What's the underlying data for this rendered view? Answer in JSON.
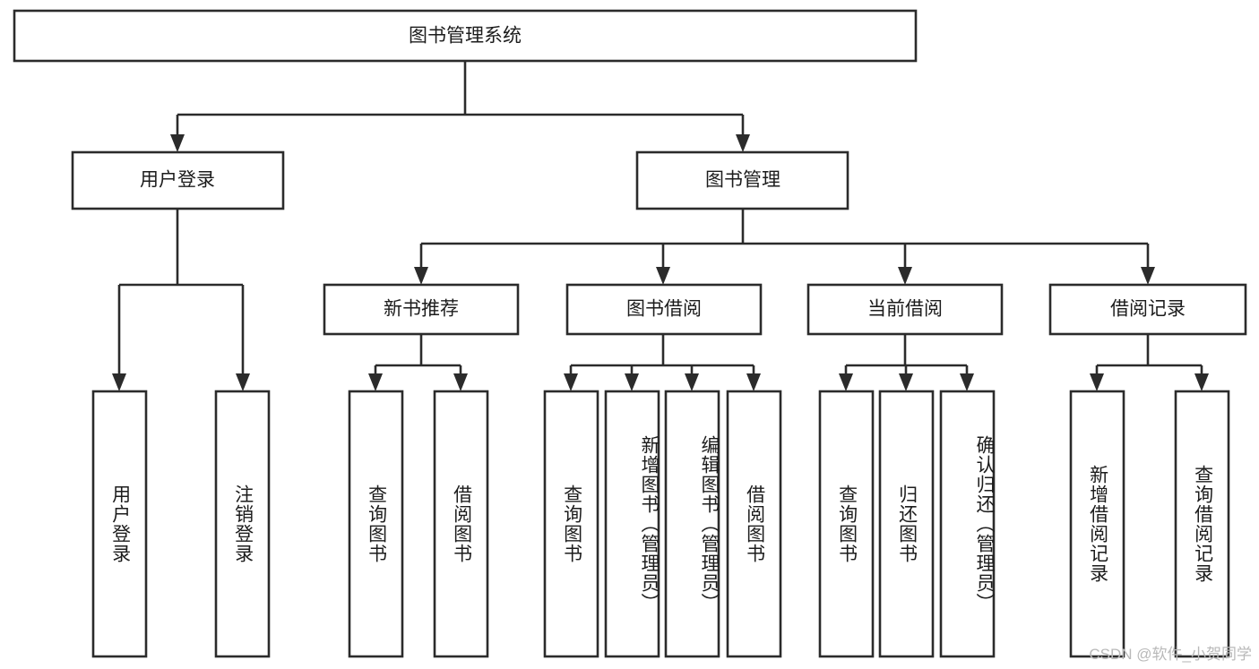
{
  "diagram": {
    "title": "图书管理系统",
    "type": "tree-hierarchy-chart",
    "watermark": "CSDN @软件_小贺同学",
    "colors": {
      "stroke": "#2b2b2b",
      "box_fill": "#ffffff",
      "text": "#1c1c1c",
      "background": "#ffffff",
      "watermark": "#b9b9b9"
    },
    "root": {
      "label": "图书管理系统"
    },
    "level2": [
      {
        "label": "用户登录"
      },
      {
        "label": "图书管理"
      }
    ],
    "level3": [
      {
        "label": "新书推荐"
      },
      {
        "label": "图书借阅"
      },
      {
        "label": "当前借阅"
      },
      {
        "label": "借阅记录"
      }
    ],
    "leaves": {
      "user_login": [
        {
          "label": "用户登录"
        },
        {
          "label": "注销登录"
        }
      ],
      "new_book_recommend": [
        {
          "label": "查询图书"
        },
        {
          "label": "借阅图书"
        }
      ],
      "book_borrow": [
        {
          "label": "查询图书"
        },
        {
          "label": "新增图书（管理员）"
        },
        {
          "label": "编辑图书（管理员）"
        },
        {
          "label": "借阅图书"
        }
      ],
      "current_borrow": [
        {
          "label": "查询图书"
        },
        {
          "label": "归还图书"
        },
        {
          "label": "确认归还（管理员）"
        }
      ],
      "borrow_record": [
        {
          "label": "新增借阅记录"
        },
        {
          "label": "查询借阅记录"
        }
      ]
    }
  }
}
